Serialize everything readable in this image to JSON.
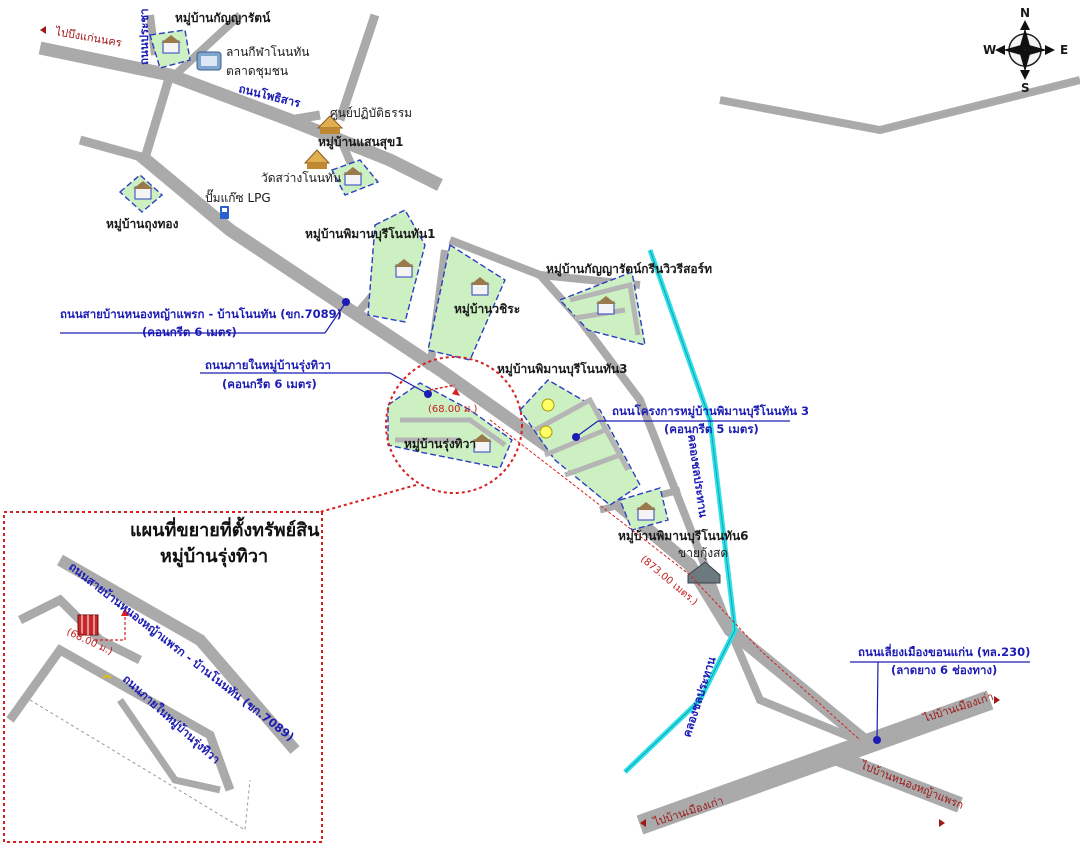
{
  "compass": {
    "n": "N",
    "s": "S",
    "e": "E",
    "w": "W"
  },
  "colors": {
    "road": "#aaaaaa",
    "zone": "#cdf0c2",
    "zone_border": "#2b3fc0",
    "canal": "#2ee0e8",
    "label_blue": "#1c1cb4",
    "dash_red": "#d62020"
  },
  "places": {
    "kanyarat": "หมู่บ้านกัญญารัตน์",
    "stadium": "ลานกีฬาโนนทัน",
    "market": "ตลาดชุมชน",
    "practice": "ศูนย์ปฏิบัติธรรม",
    "saensuk": "หมู่บ้านแสนสุข1",
    "wat": "วัดสว่างโนนทัน",
    "lpg": "ปั๊มแก๊ซ LPG",
    "tungthong": "หมู่บ้านถุงทอง",
    "phiman1": "หมู่บ้านพิมานบุรีโนนทัน1",
    "wachira": "หมู่บ้านวชิระ",
    "green_resort": "หมู่บ้านกัญญารัตน์กรีนวิวรีสอร์ท",
    "phiman3": "หมู่บ้านพิมานบุรีโนนทัน3",
    "rungthiwa": "หมู่บ้านรุ่งทิวา",
    "phiman6": "หมู่บ้านพิมานบุรีโนนทัน6",
    "shrimp": "ขายกุ้งสด"
  },
  "roads": {
    "photisan": "ถนนโพธิสาร",
    "side_road": "ถนนประชา",
    "to_khonkaen": "ไปบึงแก่นนคร",
    "to_khonkaen_right": "ไปบ้านเมืองเก่า",
    "to_nongtum": "ไปบ้านหนองหญ้าแพรก",
    "to_lower_left": "ไปบ้านเมืองเก่า",
    "canal": "คลองชลประทาน",
    "canal2": "คลองชลประทาน"
  },
  "callouts": {
    "rd7089": "ถนนสายบ้านหนองหญ้าแพรก - บ้านโนนทัน (ขก.7089)",
    "rd7089_sub": "(คอนกรีต 6 เมตร)",
    "inner": "ถนนภายในหมู่บ้านรุ่งทิวา",
    "inner_sub": "(คอนกรีต 6 เมตร)",
    "phiman3_rd": "ถนนโครงการหมู่บ้านพิมานบุรีโนนทัน 3",
    "phiman3_sub": "(คอนกรีต 5 เมตร)",
    "hwy230": "ถนนเลี่ยงเมืองขอนแก่น (ทล.230)",
    "hwy230_sub": "(ลาดยาง 6 ช่องทาง)"
  },
  "distances": {
    "d68": "(68.00 ม.)",
    "d873": "(873.00 เมตร.)"
  },
  "inset": {
    "title1": "แผนที่ขยายที่ตั้งทรัพย์สิน",
    "title2": "หมู่บ้านรุ่งทิวา",
    "main_road": "ถนนสายบ้านหนองหญ้าแพรก - บ้านโนนทัน (ขก.7089)",
    "inner_road": "ถนนภายในหมู่บ้านรุ่งทิวา",
    "dist": "(68.00 ม.)"
  }
}
